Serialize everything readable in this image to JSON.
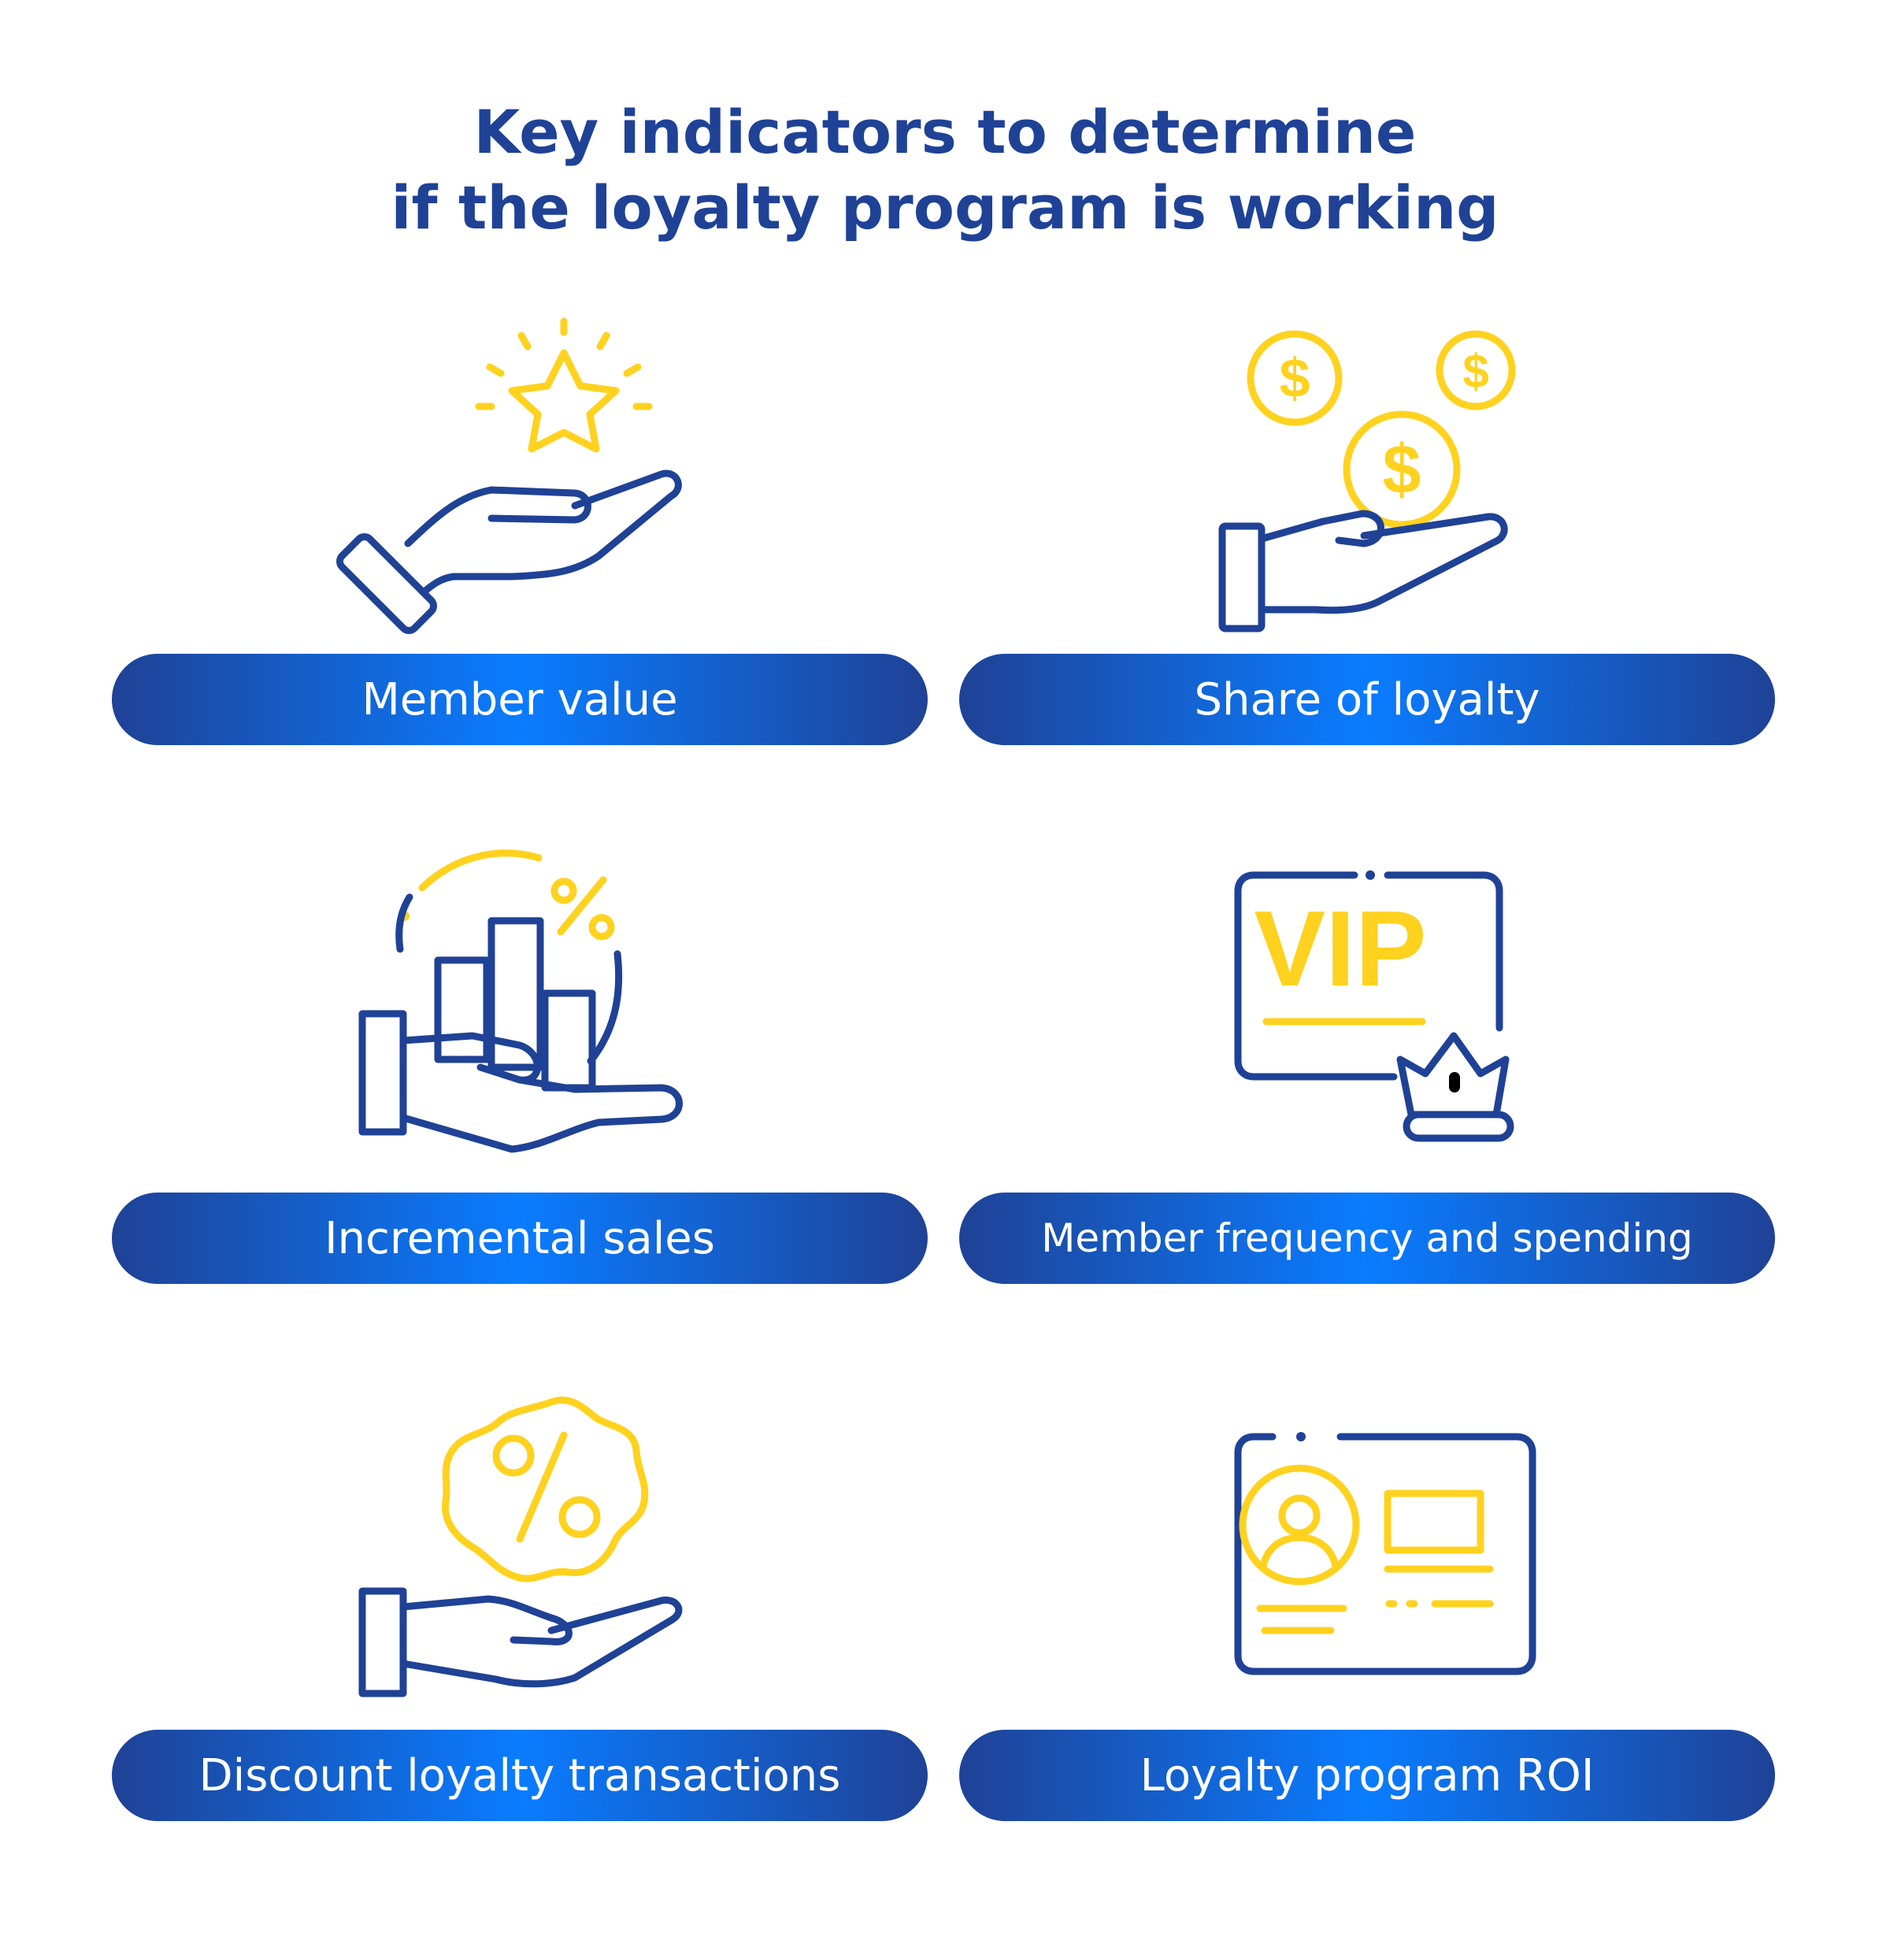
{
  "title": {
    "line1": "Key indicators to determine",
    "line2": "if the loyalty program is working"
  },
  "colors": {
    "primary_blue": "#1f4296",
    "accent_blue": "#0a7cff",
    "accent_yellow": "#ffd21f"
  },
  "indicators": [
    {
      "label": "Member value",
      "icon": "hand-with-star-icon"
    },
    {
      "label": "Share of loyalty",
      "icon": "hand-with-coins-icon"
    },
    {
      "label": "Incremental sales",
      "icon": "hand-with-bar-chart-icon"
    },
    {
      "label": "Member frequency and spending",
      "icon": "vip-card-with-crown-icon"
    },
    {
      "label": "Discount loyalty transactions",
      "icon": "hand-with-discount-badge-icon"
    },
    {
      "label": "Loyalty program ROI",
      "icon": "member-profile-card-icon"
    }
  ],
  "icon_text": {
    "dollar": "$",
    "vip": "VIP",
    "percent": "%"
  }
}
